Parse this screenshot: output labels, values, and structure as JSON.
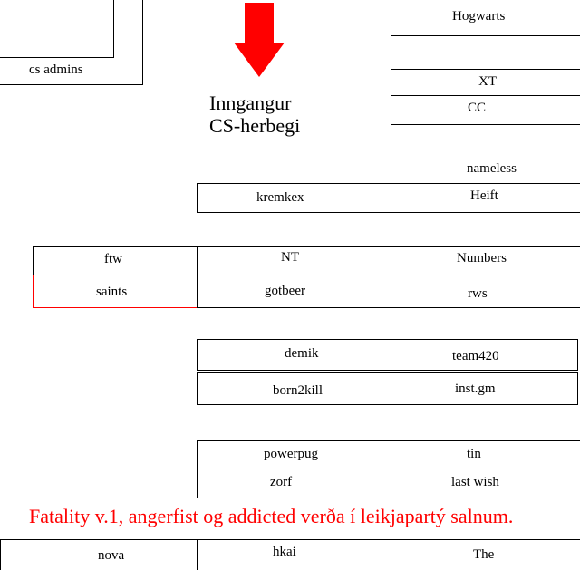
{
  "entrance": {
    "line1": "Inngangur",
    "line2": "CS-herbegi",
    "arrow_icon": "down-arrow-icon",
    "arrow_color": "#ff0000"
  },
  "admin_area": {
    "label": "cs admins"
  },
  "right_top": {
    "hogwarts": "Hogwarts",
    "xt": "XT",
    "cc": "CC",
    "nameless": "nameless",
    "heift": "Heift"
  },
  "middle": {
    "kremkex": "kremkex"
  },
  "row_ftw": {
    "ftw": "ftw",
    "nt": "NT",
    "numbers": "Numbers"
  },
  "row_saints": {
    "saints": "saints",
    "gotbeer": "gotbeer",
    "rws": "rws"
  },
  "row_demik": {
    "demik": "demik",
    "team420": "team420"
  },
  "row_born2kill": {
    "born2kill": "born2kill",
    "instgm": "inst.gm"
  },
  "row_powerpug": {
    "powerpug": "powerpug",
    "tin": "tin"
  },
  "row_zorf": {
    "zorf": "zorf",
    "lastwish": "last wish"
  },
  "notice": {
    "text": "Fatality v.1, angerfist og addicted verða í leikjapartý salnum.",
    "color": "#ff0000"
  },
  "row_bottom": {
    "nova": "nova",
    "hkai": "hkai",
    "the": "The"
  }
}
